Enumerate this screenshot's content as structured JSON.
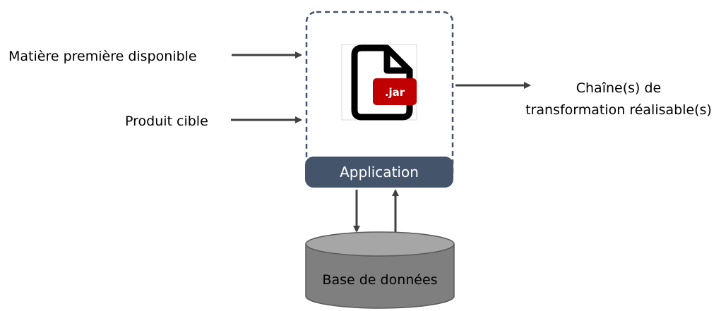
{
  "inputs": {
    "raw_material": "Matière première disponible",
    "target_product": "Produit cible"
  },
  "output": {
    "line1": "Chaîne(s) de",
    "line2": "transformation réalisable(s)"
  },
  "application": {
    "label": "Application",
    "file_badge": ".jar",
    "icon": "jar-file-icon"
  },
  "database": {
    "label": "Base de données",
    "icon": "database-cylinder"
  },
  "colors": {
    "app_bar": "#44546a",
    "dashed_border": "#44546a",
    "arrow": "#404040",
    "database_fill": "#7f7f7f",
    "database_stroke": "#5a5a5a",
    "jar_badge": "#c00000"
  }
}
